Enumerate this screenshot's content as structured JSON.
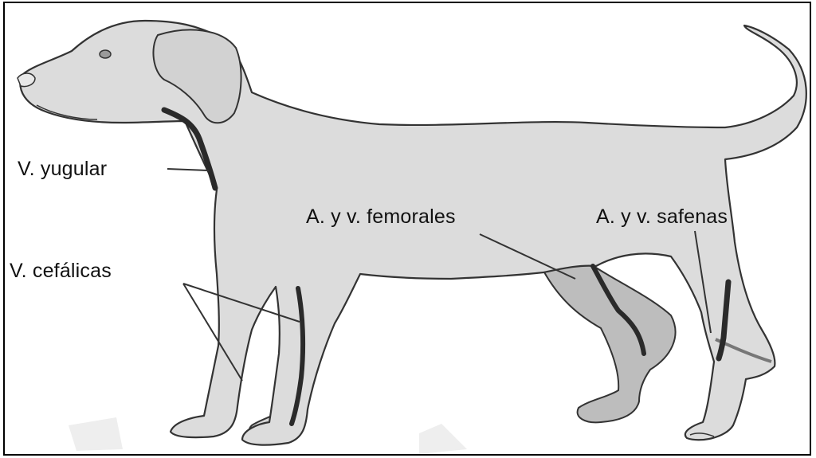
{
  "diagram": {
    "labels": {
      "jugular": "V. yugular",
      "femoral": "A. y v. femorales",
      "saphenous": "A. y v. safenas",
      "cephalic": "V. cefálicas"
    }
  },
  "colors": {
    "body_fill": "#dcdcdc",
    "outline": "#333333",
    "vessel": "#2a2a2a",
    "highlight_leg": "#bdbdbd",
    "background": "#ffffff"
  }
}
